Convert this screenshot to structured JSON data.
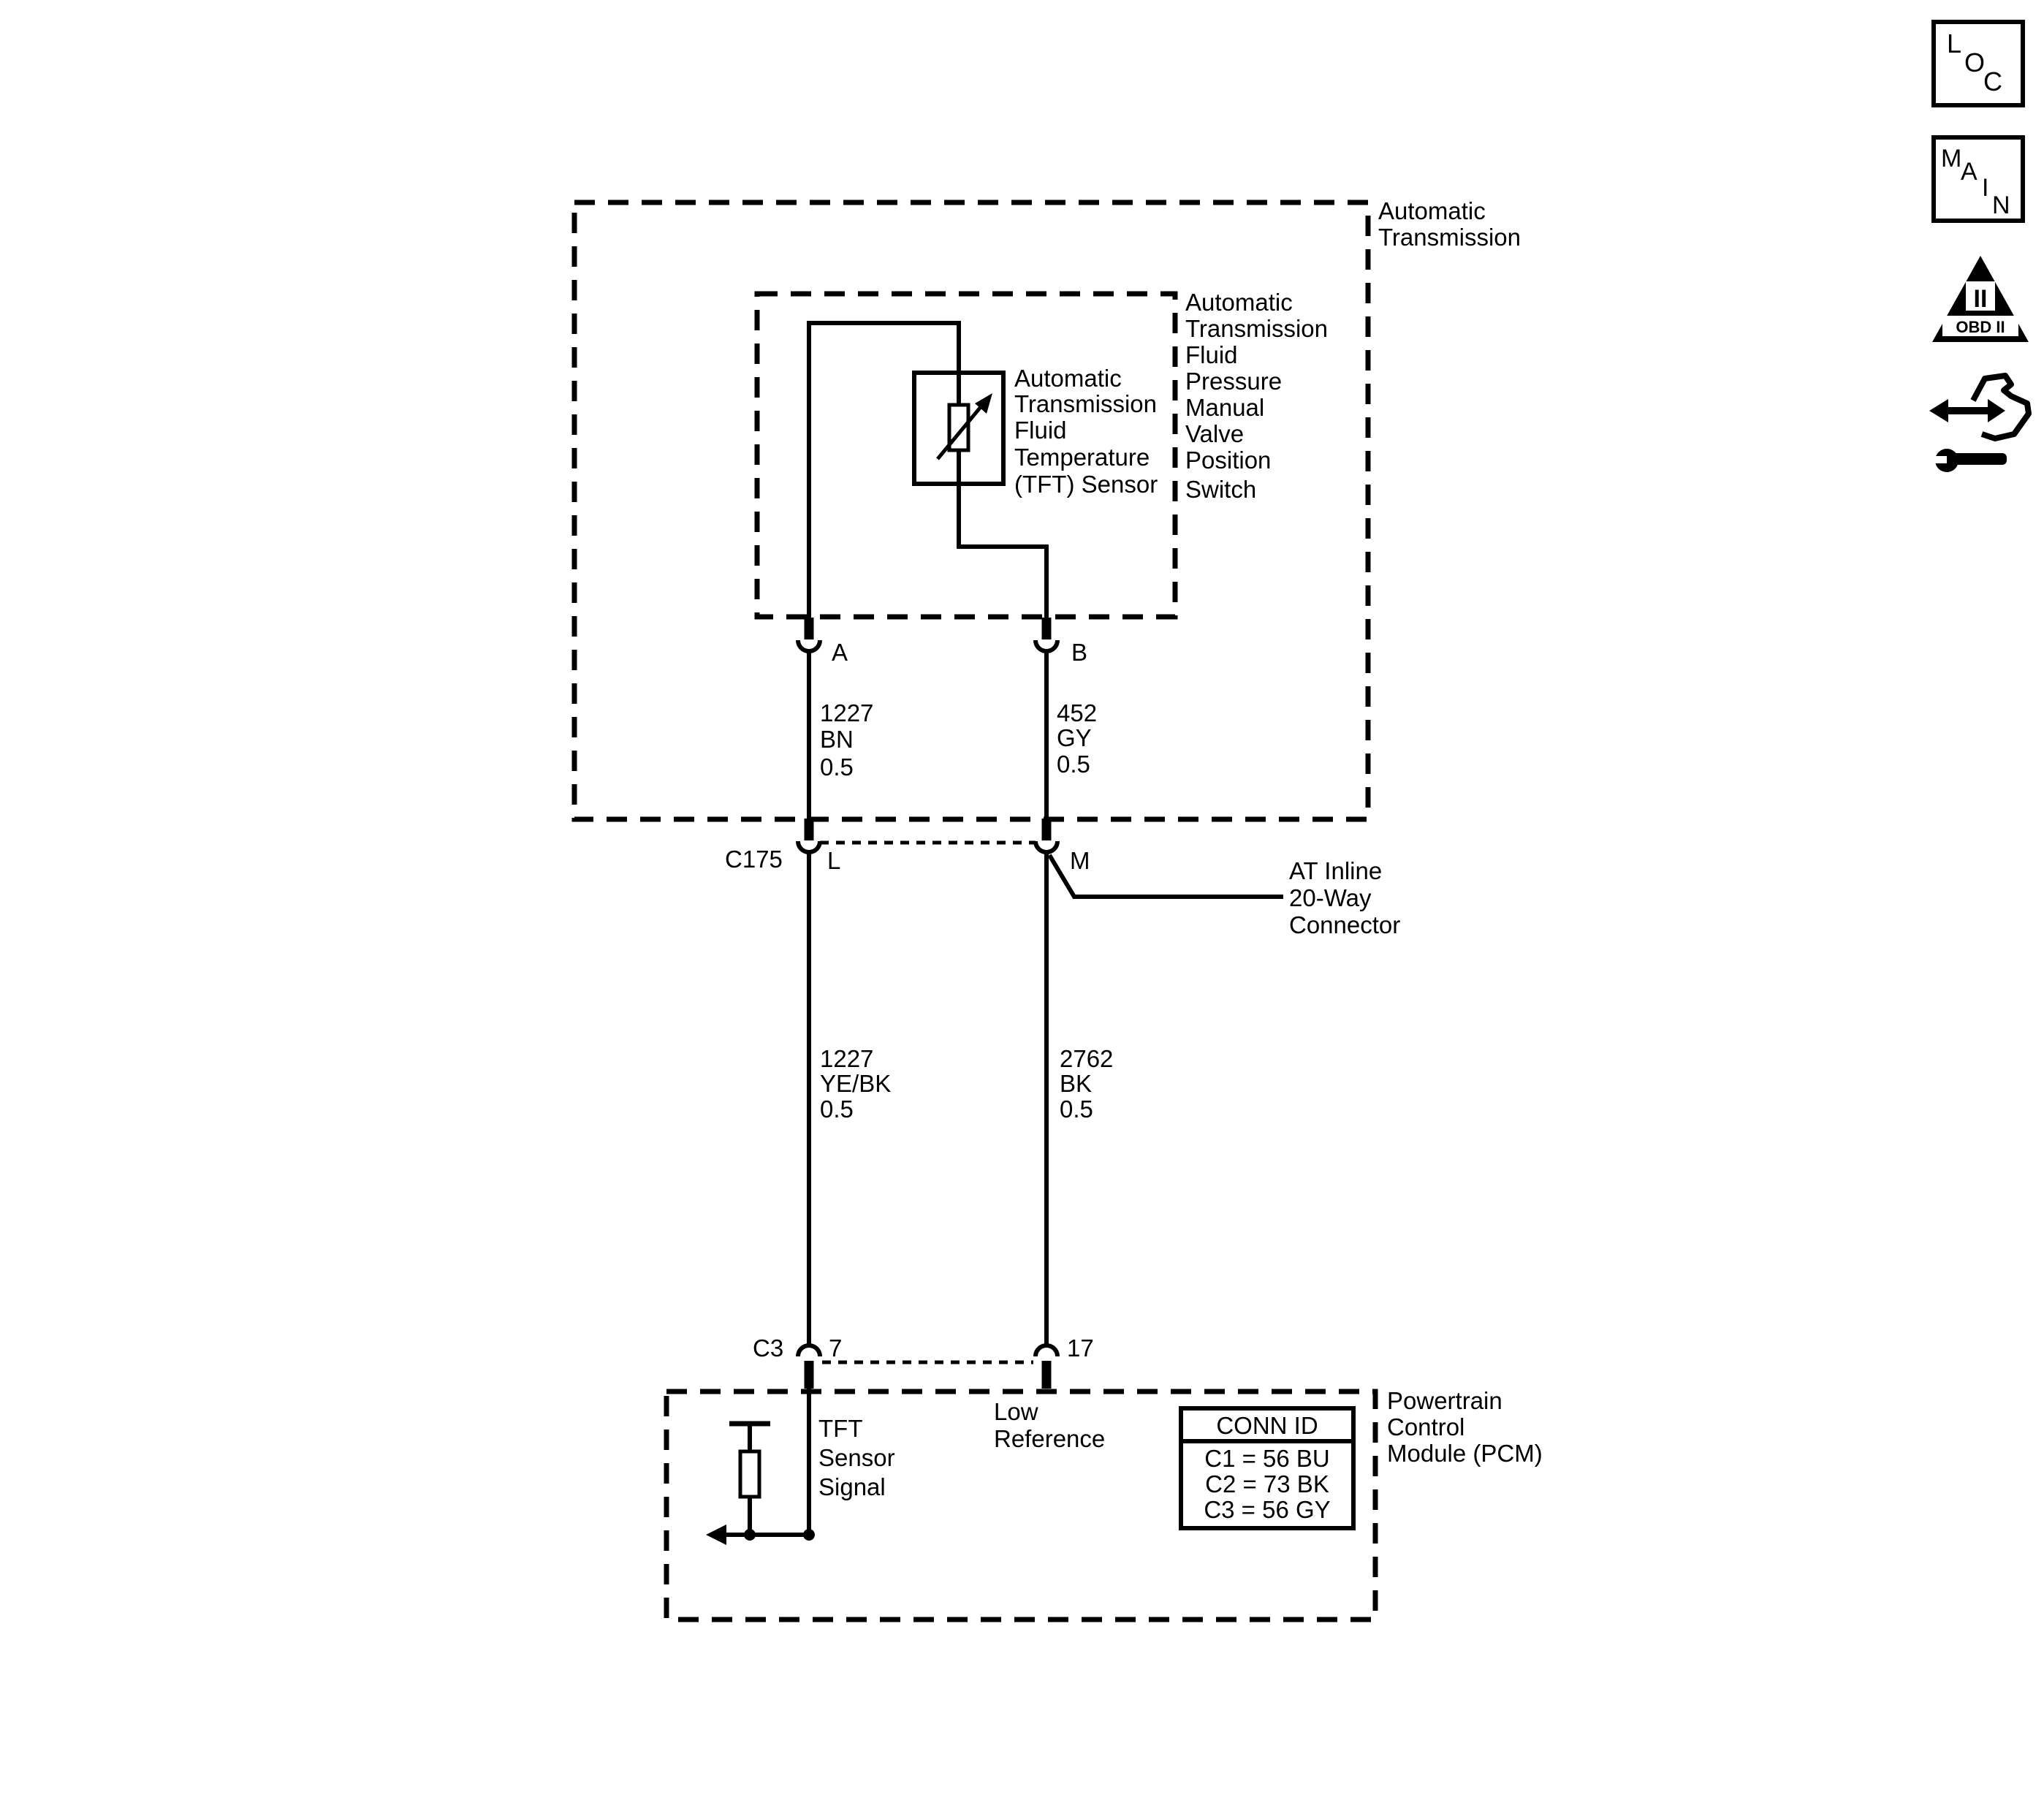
{
  "components": {
    "automatic_transmission": [
      "Automatic",
      "Transmission"
    ],
    "pressure_switch": [
      "Automatic",
      "Transmission",
      "Fluid",
      "Pressure",
      "Manual",
      "Valve",
      "Position",
      "Switch"
    ],
    "tft_sensor": [
      "Automatic",
      "Transmission",
      "Fluid",
      "Temperature",
      "(TFT) Sensor"
    ],
    "inline_connector": [
      "AT Inline",
      "20-Way",
      "Connector"
    ],
    "pcm": [
      "Powertrain",
      "Control",
      "Module (PCM)"
    ]
  },
  "connectors": {
    "pin_a": "A",
    "pin_b": "B",
    "c175": "C175",
    "pin_l": "L",
    "pin_m": "M",
    "c3": "C3",
    "pin_7": "7",
    "pin_17": "17"
  },
  "wires": {
    "upper_left": [
      "1227",
      "BN",
      "0.5"
    ],
    "upper_right": [
      "452",
      "GY",
      "0.5"
    ],
    "lower_left": [
      "1227",
      "YE/BK",
      "0.5"
    ],
    "lower_right": [
      "2762",
      "BK",
      "0.5"
    ]
  },
  "pcm_circuits": {
    "tft_signal": [
      "TFT",
      "Sensor",
      "Signal"
    ],
    "low_reference": [
      "Low",
      "Reference"
    ]
  },
  "conn_id_table": {
    "header": "CONN ID",
    "rows": [
      "C1 = 56 BU",
      "C2 = 73 BK",
      "C3 = 56 GY"
    ]
  },
  "nav_icons": {
    "loc": [
      "L",
      "O",
      "C"
    ],
    "main": [
      "M",
      "A",
      "I",
      "N"
    ],
    "obd": [
      "II",
      "OBD II"
    ]
  }
}
